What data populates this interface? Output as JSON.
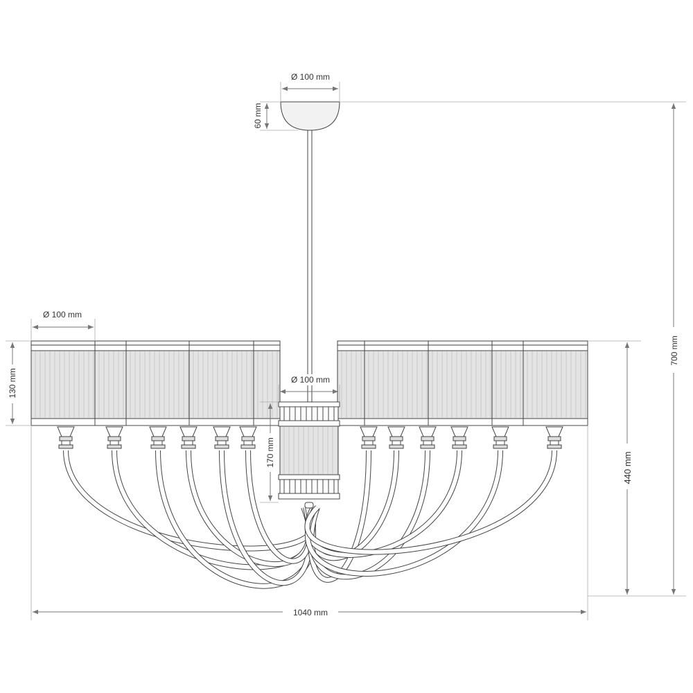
{
  "labels": {
    "canopy_diameter": "Ø 100 mm",
    "canopy_height": "60 mm",
    "shade_diameter": "Ø 100 mm",
    "shade_height": "130 mm",
    "column_diameter": "Ø 100 mm",
    "column_height": "170 mm",
    "body_height": "440 mm",
    "total_height": "700 mm",
    "total_width": "1040 mm"
  },
  "colors": {
    "line": "#444444",
    "shade_fill": "#e4e4e4",
    "arrow": "#777777"
  }
}
